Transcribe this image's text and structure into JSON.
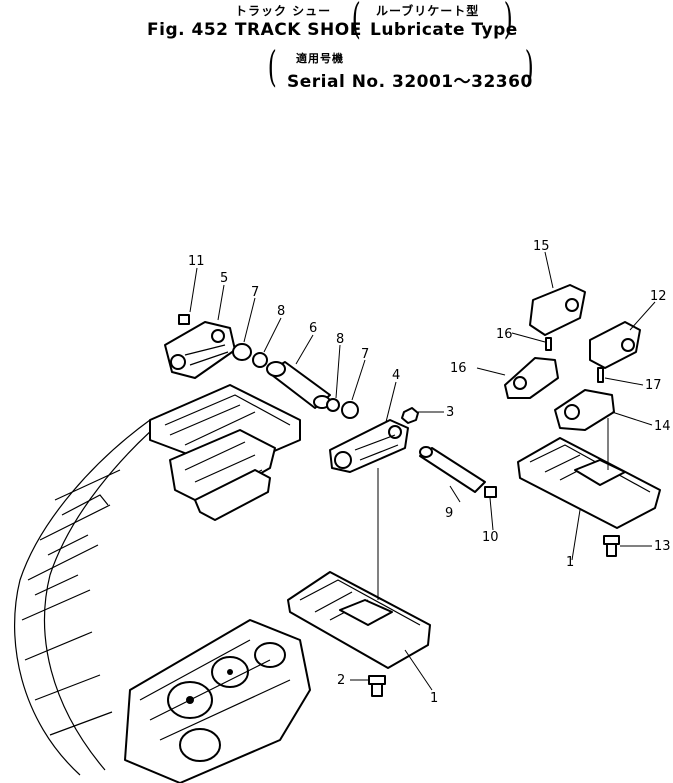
{
  "header": {
    "title_jp": "トラック シュー",
    "subtitle_jp": "ルーブリケート型",
    "fig_title": "Fig. 452 TRACK SHOE",
    "subtitle_en": "Lubricate Type",
    "applies_jp": "適用号機",
    "serial": "Serial No. 32001～32360"
  },
  "callouts": [
    "1",
    "1",
    "2",
    "3",
    "4",
    "5",
    "6",
    "7",
    "7",
    "8",
    "8",
    "9",
    "10",
    "11",
    "12",
    "13",
    "14",
    "15",
    "16",
    "16",
    "17"
  ]
}
